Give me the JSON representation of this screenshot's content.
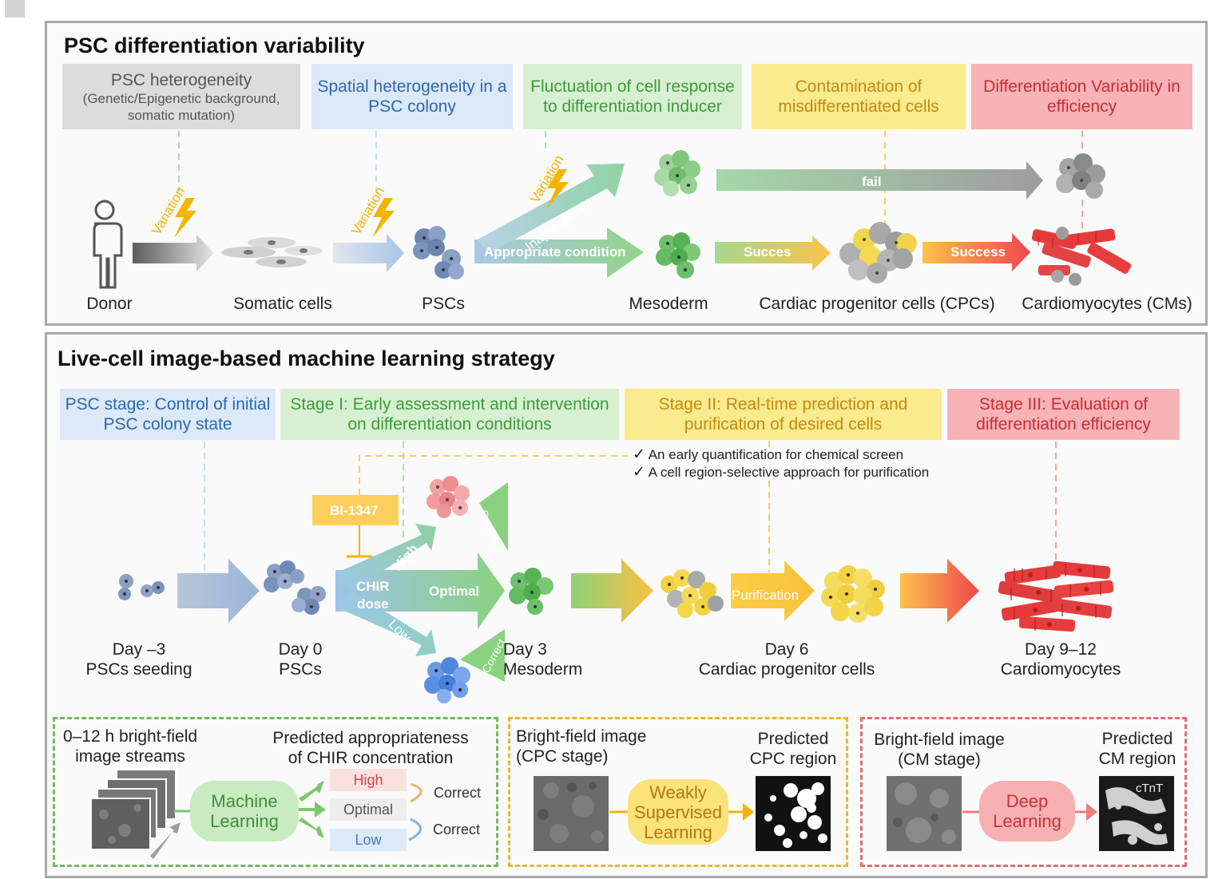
{
  "top": {
    "title": "PSC differentiation variability",
    "headers": [
      {
        "main": "PSC heterogeneity",
        "sub": "(Genetic/Epigenetic background,\nsomatic mutation)"
      },
      {
        "text": "Spatial heterogeneity in a\nPSC colony"
      },
      {
        "text": "Fluctuation of cell response\nto differentiation inducer"
      },
      {
        "text": "Contamination of\nmisdifferentiated cells"
      },
      {
        "text": "Differentiation Variability in\nefficiency"
      }
    ],
    "variation": "Variation",
    "inappropriate": "Inappropriate",
    "appropriate": "Appropriate condition",
    "fail": "fail",
    "succes": "Succes",
    "success": "Success",
    "labels": [
      "Donor",
      "Somatic cells",
      "PSCs",
      "Mesoderm",
      "Cardiac progenitor cells (CPCs)",
      "Cardiomyocytes (CMs)"
    ]
  },
  "bottom": {
    "title": "Live-cell image-based machine learning strategy",
    "headers": [
      "PSC stage: Control of initial\nPSC colony state",
      "Stage I: Early assessment and intervention\non differentiation conditions",
      "Stage II: Real-time prediction and\npurification of desired cells",
      "Stage III: Evaluation of\ndifferentiation efficiency"
    ],
    "checks": [
      "An early quantification for chemical screen",
      "A cell region-selective approach for purification"
    ],
    "check_mark": "✓",
    "bi": "BI-1347",
    "chir": "CHIR\ndose",
    "high": "High",
    "optimal": "Optimal",
    "low": "Low",
    "correct": "Correct",
    "purification": "Purification",
    "days": [
      "Day –3\nPSCs seeding",
      "Day 0\nPSCs",
      "Day 3\nMesoderm",
      "Day 6\nCardiac progenitor cells",
      "Day 9–12\nCardiomyocytes"
    ]
  },
  "ml": {
    "box1": {
      "left": "0–12 h bright-field\nimage streams",
      "right": "Predicted appropriateness\nof  CHIR concentration",
      "pill": "Machine\nLearning",
      "tags": [
        "High",
        "Optimal",
        "Low"
      ],
      "correct": [
        "Correct",
        "Correct"
      ]
    },
    "box2": {
      "left": "Bright-field image\n(CPC stage)",
      "right": "Predicted\nCPC region",
      "pill": "Weakly\nSupervised\nLearning"
    },
    "box3": {
      "left": "Bright-field image\n(CM stage)",
      "right": "Predicted\nCM region",
      "pill": "Deep\nLearning",
      "stain": "cTnT"
    }
  },
  "colors": {
    "green": "#7cc86a",
    "yellow": "#f6c54a",
    "red": "#e8474f",
    "blue": "#9fb9dc",
    "gray": "#9a9a9a"
  }
}
